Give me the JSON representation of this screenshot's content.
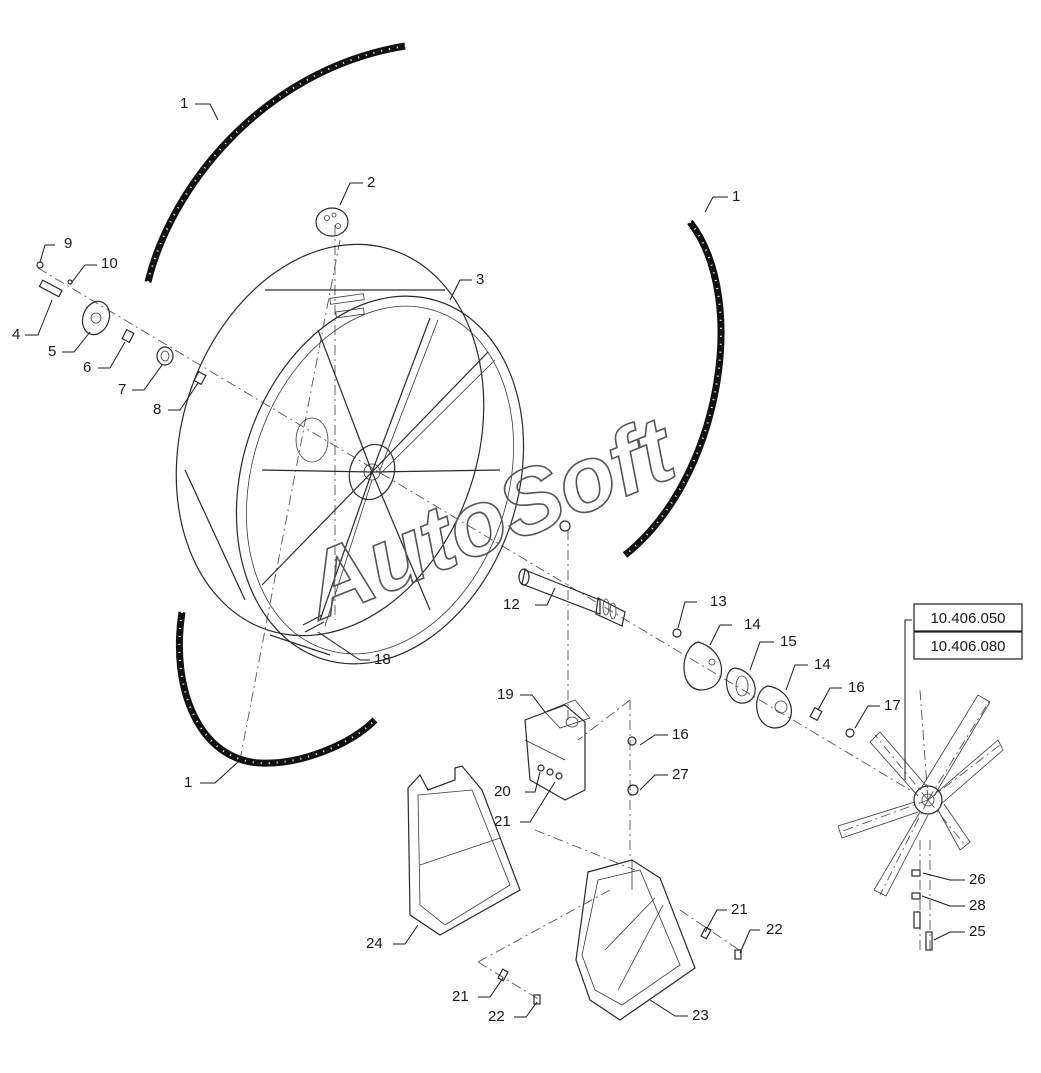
{
  "labels": {
    "seal_top": "1",
    "seal_right": "1",
    "seal_bottom": "1",
    "p2": "2",
    "p3": "3",
    "p4": "4",
    "p5": "5",
    "p6": "6",
    "p7": "7",
    "p8": "8",
    "p9": "9",
    "p10": "10",
    "p12": "12",
    "p13": "13",
    "p14a": "14",
    "p14b": "14",
    "p15": "15",
    "p16a": "16",
    "p16b": "16",
    "p17": "17",
    "p18": "18",
    "p19": "19",
    "p20": "20",
    "p21a": "21",
    "p21b": "21",
    "p21c": "21",
    "p22a": "22",
    "p22b": "22",
    "p23": "23",
    "p24": "24",
    "p25": "25",
    "p26": "26",
    "p27": "27",
    "p28": "28"
  },
  "references": [
    "10.406.050",
    "10.406.080"
  ],
  "watermark": "AutoSoft"
}
